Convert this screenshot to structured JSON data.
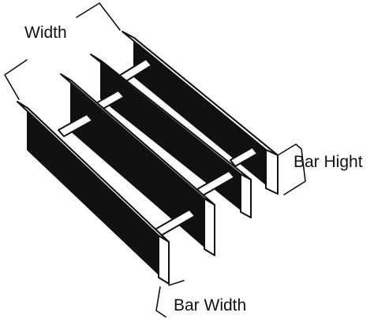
{
  "labels": {
    "width": "Width",
    "bar_height": "Bar Hight",
    "bar_width": "Bar Width"
  },
  "colors": {
    "line": "#111111",
    "fill_dark": "#111111",
    "fill_light": "#ffffff"
  }
}
